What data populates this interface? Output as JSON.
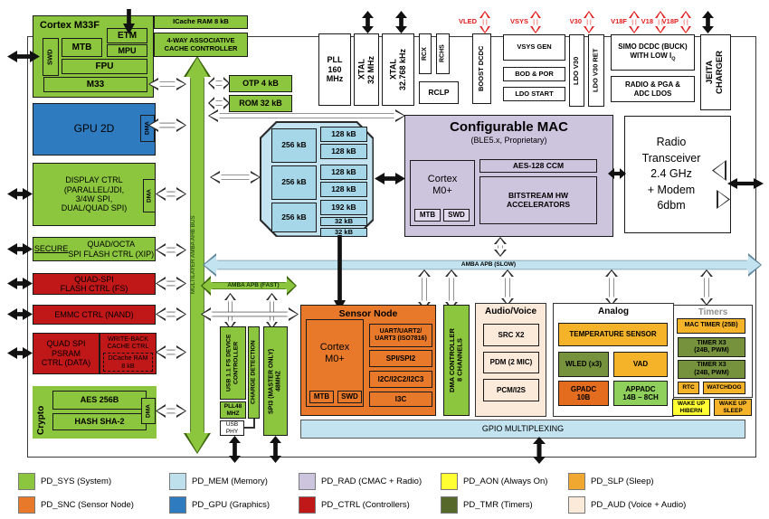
{
  "rails": {
    "vled": "VLED",
    "vsys": "VSYS",
    "v30": "V30",
    "v18f": "V18F",
    "v18": "V18",
    "v18p": "V18P"
  },
  "buses": {
    "ahb": "MULTILAYER AMBA AHB BUS",
    "apb_slow": "AMBA APB (SLOW)",
    "apb_fast": "AMBA APB (FAST)"
  },
  "cpu": {
    "title": "Cortex M33F",
    "swd": "SWD",
    "mtb": "MTB",
    "etm": "ETM",
    "mpu": "MPU",
    "fpu": "FPU",
    "core": "M33"
  },
  "cache": {
    "icache": "ICache RAM 8 kB",
    "controller": "4-WAY ASSOCIATIVE\nCACHE CONTROLLER"
  },
  "rom": {
    "otp": "OTP 4 kB",
    "rom": "ROM 32 kB"
  },
  "gpu": {
    "title": "GPU 2D",
    "dma": "DMA"
  },
  "display": {
    "title": "DISPLAY CTRL\n(PARALLEL/JDI,\n3/4W SPI,\nDUAL/QUAD SPI)",
    "dma": "DMA"
  },
  "flash": {
    "secure_word": "SECURE",
    "secure_rest": " QUAD/OCTA\nSPI FLASH CTRL (XIP)",
    "quad": "QUAD-SPI\nFLASH CTRL (FS)",
    "emmc": "EMMC CTRL (NAND)",
    "psram": "QUAD SPI\nPSRAM\nCTRL (DATA)",
    "wb": "WRITE-BACK\nCACHE CTRL",
    "dcache": "DCache RAM\n8 kB"
  },
  "crypto": {
    "title": "Crypto",
    "aes": "AES 256B",
    "sha": "HASH SHA-2",
    "dma": "DMA"
  },
  "clocks": {
    "pll160": "PLL\n160\nMHz",
    "xtal32": "XTAL\n32 MHz",
    "xtal32k": "XTAL\n32.768 kHz",
    "rcx": "RCX",
    "rchs": "RCHS",
    "rclp": "RCLP"
  },
  "power": {
    "boost": "BOOST DCDC",
    "vsys_gen": "VSYS GEN",
    "bod_por": "BOD & POR",
    "ldo_start": "LDO START",
    "ldo_v30": "LDO V30",
    "ldo_v30_ret": "LDO V30 RET",
    "simo_l1": "SIMO DCDC (BUCK)",
    "simo_l2": "WITH LOW I",
    "simo_sub": "Q",
    "radio_ldos": "RADIO & PGA &\nADC LDOS",
    "jeita": "JEITA\nCHARGER"
  },
  "sram": {
    "b256": "256 kB",
    "b128": "128 kB",
    "b192": "192 kB",
    "b32": "32 kB"
  },
  "mac": {
    "title": "Configurable MAC",
    "subtitle": "(BLE5.x, Proprietary)",
    "cortex": "Cortex\nM0+",
    "mtb": "MTB",
    "swd": "SWD",
    "aes_ccm": "AES-128 CCM",
    "bitstream": "BITSTREAM HW\nACCELERATORS"
  },
  "radio": {
    "label": "Radio\nTransceiver\n2.4 GHz\n+ Modem\n6dbm"
  },
  "usb": {
    "ctrl": "USB 1.1 FS DEVICE\nCONTROLLER",
    "pll48": "PLL48\nMHZ",
    "phy": "USB\nPHY",
    "charge": "CHARGE DETECTION",
    "spi3": "SPI3 (MASTER ONLY)\n48MHZ"
  },
  "snc": {
    "title": "Sensor Node",
    "cortex": "Cortex\nM0+",
    "mtb": "MTB",
    "swd": "SWD",
    "uart": "UART/UART2/\nUART3 (ISO7816)",
    "spi": "SPI/SPI2",
    "i2c": "I2C/I2C2/I2C3",
    "i3c": "I3C"
  },
  "dma_ctrl": {
    "label": "DMA CONTROLLER\n8 CHANNELS"
  },
  "audio": {
    "title": "Audio/Voice",
    "src": "SRC X2",
    "pdm": "PDM (2 MIC)",
    "pcm": "PCM/I2S"
  },
  "analog": {
    "title": "Analog",
    "temp": "TEMPERATURE SENSOR",
    "wled": "WLED (x3)",
    "vad": "VAD",
    "gpadc": "GPADC\n10B",
    "appadc": "APPADC\n14B – 8CH"
  },
  "timers": {
    "title": "Timers",
    "mac_timer": "MAC TIMER (25B)",
    "timer_x3": "TIMER X3\n(24B, PWM)",
    "rtc": "RTC",
    "watchdog": "WATCHDOG",
    "wake_hibern": "WAKE UP\nHIBERN",
    "wake_sleep": "WAKE UP\nSLEEP"
  },
  "gpio": {
    "label": "GPIO MULTIPLEXING"
  },
  "legend": {
    "items": [
      {
        "label": "PD_SYS (System)",
        "color": "#8CC63F"
      },
      {
        "label": "PD_MEM (Memory)",
        "color": "#BDE0EC"
      },
      {
        "label": "PD_RAD (CMAC + Radio)",
        "color": "#CDC4DE"
      },
      {
        "label": "PD_AON (Always On)",
        "color": "#FFFF33"
      },
      {
        "label": "PD_SLP (Sleep)",
        "color": "#F0A830"
      },
      {
        "label": "PD_SNC (Sensor Node)",
        "color": "#E8792A"
      },
      {
        "label": "PD_GPU (Graphics)",
        "color": "#2E7BC0"
      },
      {
        "label": "PD_CTRL (Controllers)",
        "color": "#C01818"
      },
      {
        "label": "PD_TMR (Timers)",
        "color": "#57682B"
      },
      {
        "label": "PD_AUD (Voice + Audio)",
        "color": "#FBEADA"
      }
    ]
  }
}
